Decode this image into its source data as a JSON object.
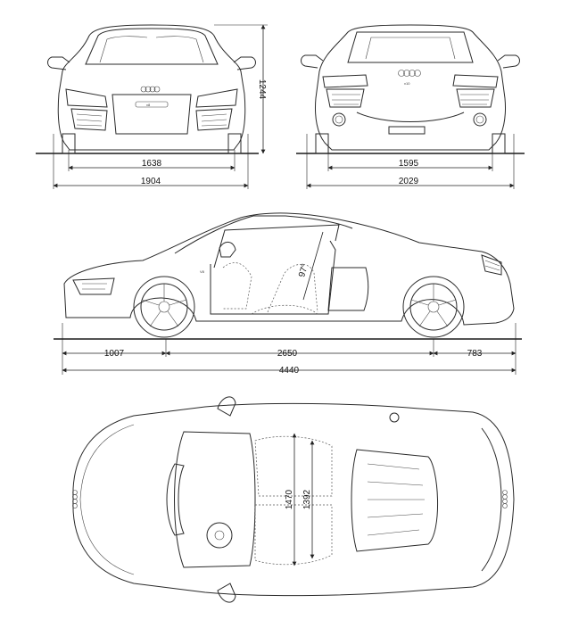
{
  "dimensions": {
    "front_track": "1638",
    "front_width": "1904",
    "height": "1244",
    "rear_track": "1595",
    "rear_width": "2029",
    "front_overhang": "1007",
    "wheelbase": "2650",
    "rear_overhang": "783",
    "length": "4440",
    "seat_angle": "97°",
    "front_headroom_width": "1470",
    "rear_headroom_width": "1392"
  },
  "badges": {
    "front_plate": "v8",
    "rear_plate": "v10",
    "side_blade": "V8"
  },
  "colors": {
    "line": "#2a2a2a",
    "background": "#ffffff"
  }
}
